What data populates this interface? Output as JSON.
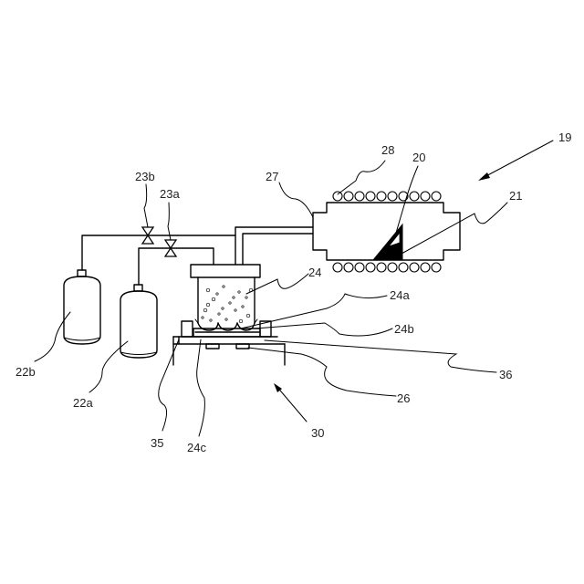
{
  "labels": {
    "l19": "19",
    "l20": "20",
    "l21": "21",
    "l22a": "22a",
    "l22b": "22b",
    "l23a": "23a",
    "l23b": "23b",
    "l24": "24",
    "l24a": "24a",
    "l24b": "24b",
    "l24c": "24c",
    "l26": "26",
    "l27": "27",
    "l28": "28",
    "l30": "30",
    "l35": "35",
    "l36": "36"
  }
}
